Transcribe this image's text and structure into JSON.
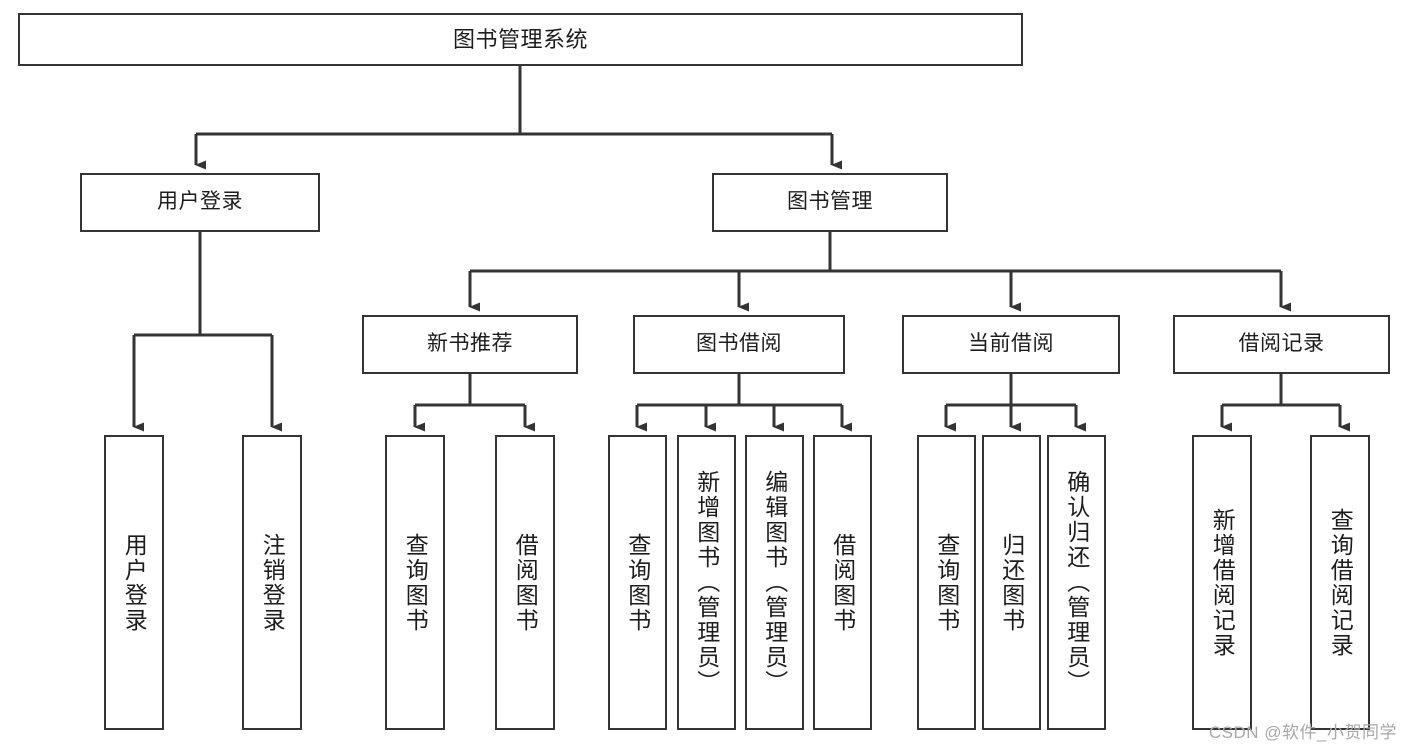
{
  "diagram": {
    "title": "图书管理系统",
    "type": "tree-hierarchy",
    "orientation": "top-down",
    "colors": {
      "box_border": "#343434",
      "box_fill": "#ffffff",
      "edge": "#343434",
      "text": "#1d1d1d",
      "watermark": "#a8a8a8",
      "background": "#ffffff"
    }
  },
  "watermark": {
    "text": "CSDN @软件_小贺同学"
  },
  "nodes": {
    "root": {
      "label": "图书管理系统"
    },
    "level2": [
      {
        "label": "用户登录"
      },
      {
        "label": "图书管理"
      }
    ],
    "level3": [
      {
        "label": "新书推荐"
      },
      {
        "label": "图书借阅"
      },
      {
        "label": "当前借阅"
      },
      {
        "label": "借阅记录"
      }
    ],
    "leaves": {
      "user_login": [
        {
          "label": "用户登录"
        },
        {
          "label": "注销登录"
        }
      ],
      "new_book_recommend": [
        {
          "label": "查询图书"
        },
        {
          "label": "借阅图书"
        }
      ],
      "book_borrow": [
        {
          "label": "查询图书"
        },
        {
          "label": "新增图书（管理员）"
        },
        {
          "label": "编辑图书（管理员）"
        },
        {
          "label": "借阅图书"
        }
      ],
      "current_borrow": [
        {
          "label": "查询图书"
        },
        {
          "label": "归还图书"
        },
        {
          "label": "确认归还（管理员）"
        }
      ],
      "borrow_record": [
        {
          "label": "新增借阅记录"
        },
        {
          "label": "查询借阅记录"
        }
      ]
    }
  }
}
